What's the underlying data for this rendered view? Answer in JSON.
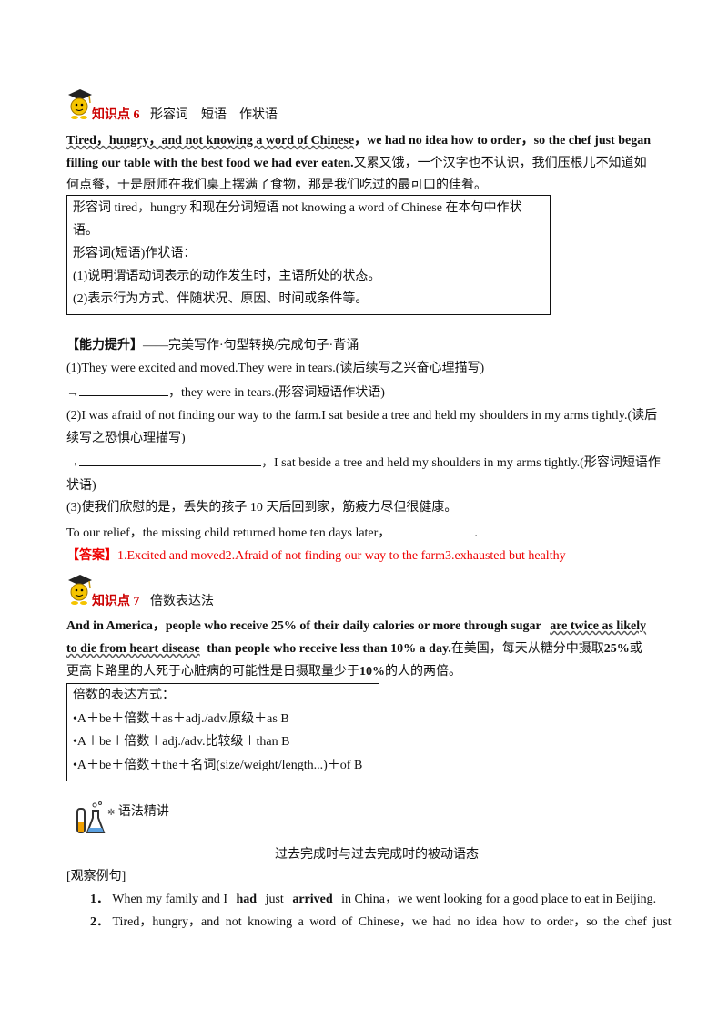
{
  "kp6": {
    "label": "知识点 6",
    "topic": "形容词　短语　作状语",
    "sentence_part1": "Tired，hungry，and not knowing a word of Chinese",
    "sentence_part2": "，we had no idea how to order，so the chef just began",
    "sentence_line2": "filling our table with the best food we had ever eaten.",
    "translation_1": "又累又饿，一个汉字也不认识，我们压根儿不知道如",
    "translation_2": "何点餐，于是厨师在我们桌上摆满了食物，那是我们吃过的最可口的佳肴。",
    "box_lines": [
      "形容词 tired，hungry 和现在分词短语 not knowing a word of Chinese 在本句中作状",
      "语。",
      "形容词(短语)作状语：",
      "(1)说明谓语动词表示的动作发生时，主语所处的状态。",
      "(2)表示行为方式、伴随状况、原因、时间或条件等。"
    ]
  },
  "practice": {
    "heading_bracket": "【能力提升】",
    "heading_rest": "——完美写作·句型转换/完成句子·背诵",
    "q1": "(1)They were excited and moved.They were in tears.(读后续写之兴奋心理描写)",
    "q1_arrow": "→",
    "q1_rest": "，they were in tears.(形容词短语作状语)",
    "q2_line1": "(2)I was afraid of not finding our way to the farm.I sat beside a tree and held my shoulders in my arms tightly.(读后",
    "q2_line2": "续写之恐惧心理描写)",
    "q2_arrow": "→",
    "q2_rest": "，I sat beside a tree and held my shoulders in my arms tightly.(形容词短语作",
    "q2_line4": "状语)",
    "q3_line1": "(3)使我们欣慰的是，丢失的孩子 10 天后回到家，筋疲力尽但很健康。",
    "q3_line2": "To our relief，the missing child returned home ten days later，",
    "q3_end": ".",
    "answer_label": "【答案】",
    "answer_text": "1.Excited and moved2.Afraid of not finding our way to the farm3.exhausted but healthy"
  },
  "kp7": {
    "label": "知识点 7",
    "topic": "倍数表达法",
    "s1_a": "And in America，people who receive 25% of their daily calories or more through sugar",
    "s1_b": "are twice as likely",
    "s2_a": "to die from heart disease",
    "s2_b": "than people who receive less than 10% a day.",
    "s2_c": "在美国，每天从糖分中摄取",
    "s2_d": "25%",
    "s2_e": "或",
    "s3_a": "更高卡路里的人死于心脏病的可能性是日摄取量少于",
    "s3_b": "10%",
    "s3_c": "的人的两倍。",
    "box_title": "倍数的表达方式：",
    "box_lines": [
      "•A＋be＋倍数＋as＋adj./adv.原级＋as B",
      "•A＋be＋倍数＋adj./adv.比较级＋than B",
      "•A＋be＋倍数＋the＋名词(size/weight/length...)＋of B"
    ]
  },
  "grammar": {
    "label": "语法精讲",
    "title": "过去完成时与过去完成时的被动语态",
    "observe": "[观察例句]",
    "ex1_num": "1．",
    "ex1_a": "When my family and I",
    "ex1_b": "had",
    "ex1_c": "just",
    "ex1_d": "arrived",
    "ex1_e": "in China，we went looking for a good place to eat in Beijing.",
    "ex2_num": "2．",
    "ex2_text": "Tired，hungry，and not knowing a word of Chinese，we had no idea how to order，so the chef just"
  },
  "colors": {
    "accent_red": "#cc0000",
    "answer_red": "#ee0000"
  }
}
